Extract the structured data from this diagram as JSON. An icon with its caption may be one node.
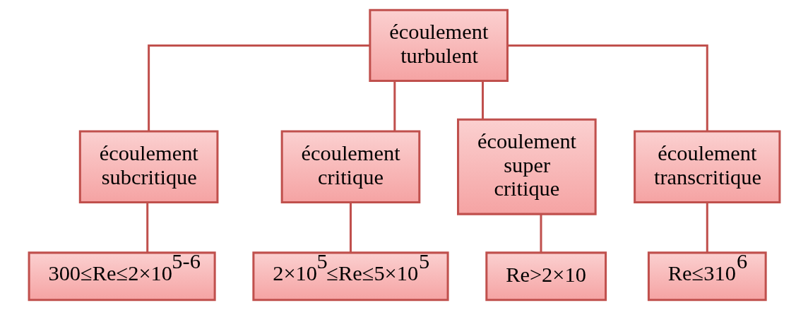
{
  "diagram": {
    "nodes": [
      {
        "text": [
          "écoulement turbulent"
        ]
      },
      {
        "text": [
          "écoulement subcritique"
        ]
      },
      {
        "text": [
          "écoulement critique"
        ]
      },
      {
        "text": [
          "écoulement super critique"
        ]
      },
      {
        "text": [
          "écoulement transcritique"
        ]
      },
      {
        "text": [
          "300≤Re≤2×10$^{5-6}$"
        ]
      },
      {
        "text": [
          "2×10$^{5}$≤Re≤5×10$^{5}$"
        ]
      },
      {
        "text": [
          "Re>2×10"
        ]
      },
      {
        "text": [
          "Re≤310$^{6}$"
        ]
      }
    ],
    "edges": [
      {
        "from": 0,
        "to": 1,
        "arrow": "none"
      },
      {
        "from": 0,
        "to": 2,
        "arrow": "none"
      },
      {
        "from": 0,
        "to": 3,
        "arrow": "none"
      },
      {
        "from": 0,
        "to": 4,
        "arrow": "none"
      },
      {
        "from": 1,
        "to": 5,
        "arrow": "none"
      },
      {
        "from": 2,
        "to": 6,
        "arrow": "none"
      },
      {
        "from": 3,
        "to": 7,
        "arrow": "none"
      },
      {
        "from": 4,
        "to": 8,
        "arrow": "none"
      }
    ]
  }
}
